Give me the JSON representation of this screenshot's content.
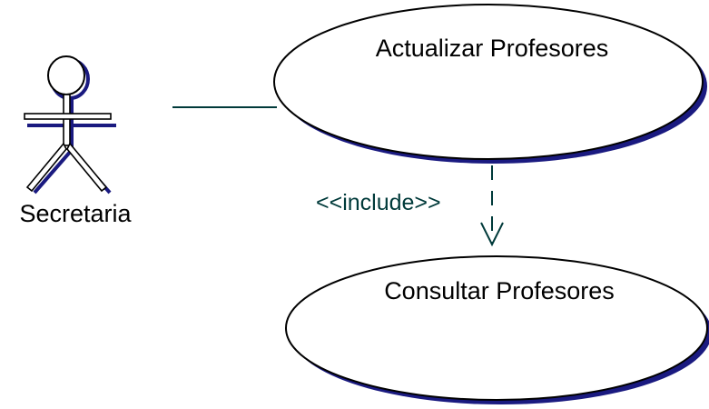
{
  "diagram": {
    "type": "use-case",
    "actor": {
      "name": "Secretaria",
      "icon": "stick-figure-actor-icon"
    },
    "use_cases": [
      {
        "label": "Actualizar Profesores"
      },
      {
        "label": "Consultar Profesores"
      }
    ],
    "relationships": [
      {
        "from": "Secretaria",
        "to": "Actualizar Profesores",
        "kind": "association"
      },
      {
        "from": "Actualizar Profesores",
        "to": "Consultar Profesores",
        "kind": "include",
        "label": "<<include>>"
      }
    ]
  },
  "colors": {
    "shadow": "#1a1a80",
    "line": "#003a3a",
    "stroke": "#000000",
    "fill": "#ffffff"
  }
}
